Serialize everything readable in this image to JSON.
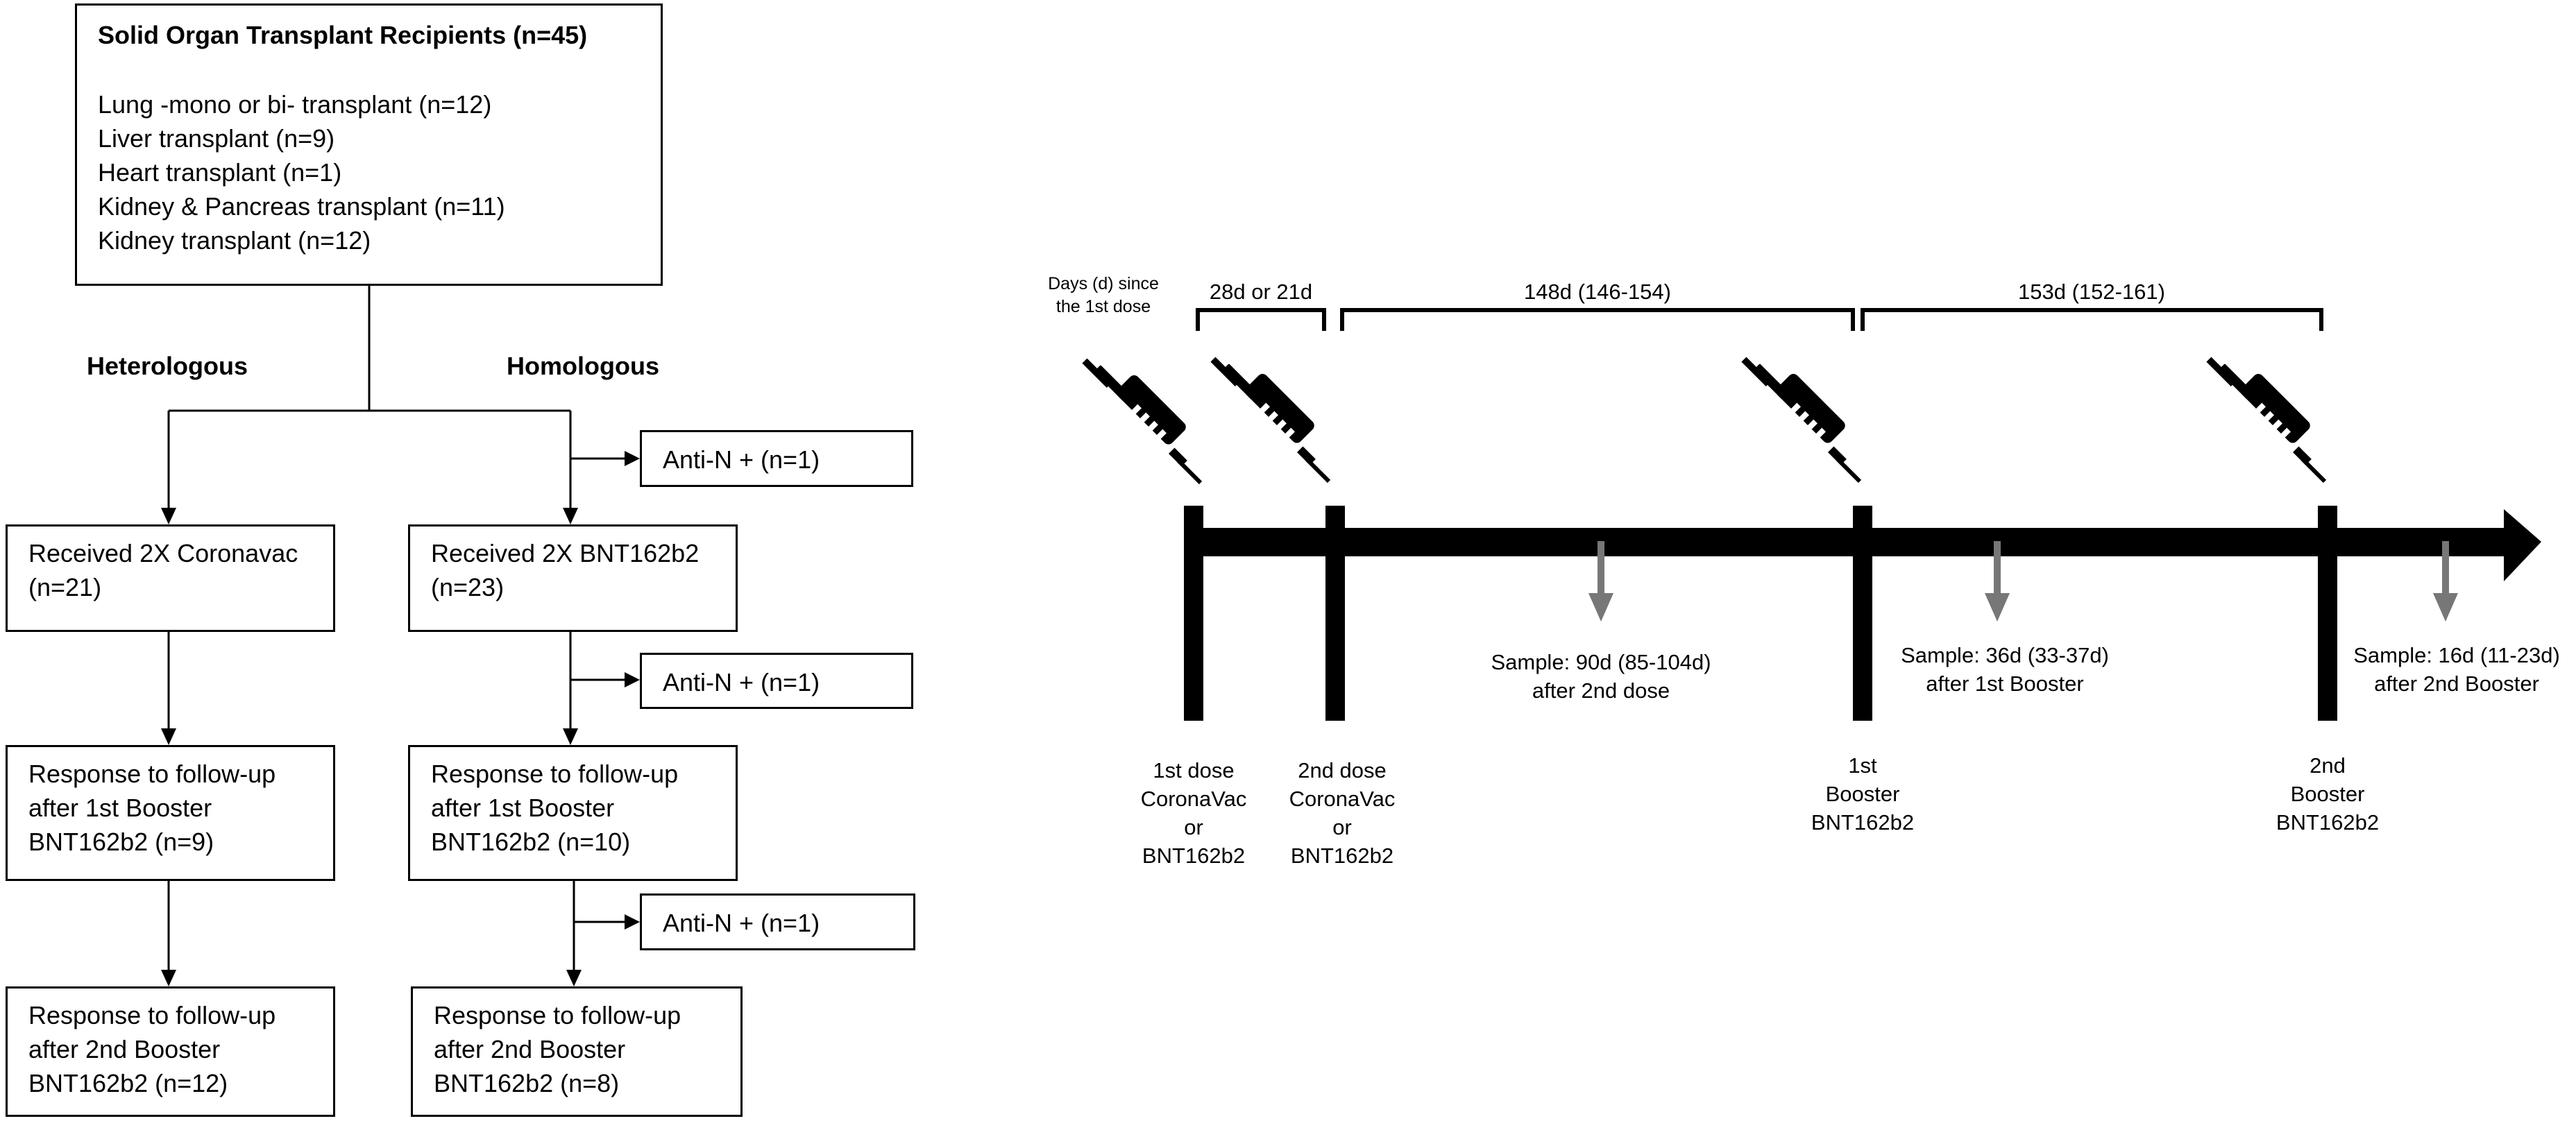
{
  "flowchart": {
    "recipients_box": {
      "title": "Solid Organ Transplant Recipients (n=45)",
      "items": [
        "Lung -mono or bi- transplant (n=12)",
        "Liver transplant (n=9)",
        "Heart transplant (n=1)",
        "Kidney & Pancreas transplant (n=11)",
        "Kidney transplant (n=12)"
      ]
    },
    "heterologous": {
      "label": "Heterologous",
      "received": [
        "Received 2X Coronavac",
        "(n=21)"
      ],
      "first_booster": [
        "Response to follow-up",
        "after 1st Booster",
        "BNT162b2  (n=9)"
      ],
      "second_booster": [
        "Response to follow-up",
        "after 2nd Booster",
        "BNT162b2  (n=12)"
      ]
    },
    "homologous": {
      "label": "Homologous",
      "received": [
        "Received 2X BNT162b2",
        "(n=23)"
      ],
      "first_booster": [
        "Response to follow-up",
        "after 1st Booster",
        "BNT162b2  (n=10)"
      ],
      "second_booster": [
        "Response to follow-up",
        "after 2nd Booster",
        "BNT162b2  (n=8)"
      ],
      "anti_n_exclusions": [
        "Anti-N + (n=1)",
        "Anti-N + (n=1)",
        "Anti-N + (n=1)"
      ]
    }
  },
  "timeline": {
    "days_label": [
      "Days (d) since",
      "the 1st dose"
    ],
    "intervals": [
      "28d or 21d",
      "148d (146-154)",
      "153d (152-161)"
    ],
    "doses": [
      [
        "1st dose",
        "CoronaVac",
        "or",
        "BNT162b2"
      ],
      [
        "2nd dose",
        "CoronaVac",
        "or",
        "BNT162b2"
      ],
      [
        "1st",
        "Booster",
        "BNT162b2"
      ],
      [
        "2nd",
        "Booster",
        "BNT162b2"
      ]
    ],
    "samples": [
      [
        "Sample: 90d (85-104d)",
        "after 2nd dose"
      ],
      [
        "Sample: 36d (33-37d)",
        "after 1st Booster"
      ],
      [
        "Sample: 16d (11-23d)",
        "after 2nd Booster"
      ]
    ],
    "icons": [
      "syringe-icon",
      "syringe-icon",
      "syringe-icon",
      "syringe-icon"
    ],
    "colors": {
      "line": "#000000",
      "sample_arrow": "#777777"
    }
  }
}
